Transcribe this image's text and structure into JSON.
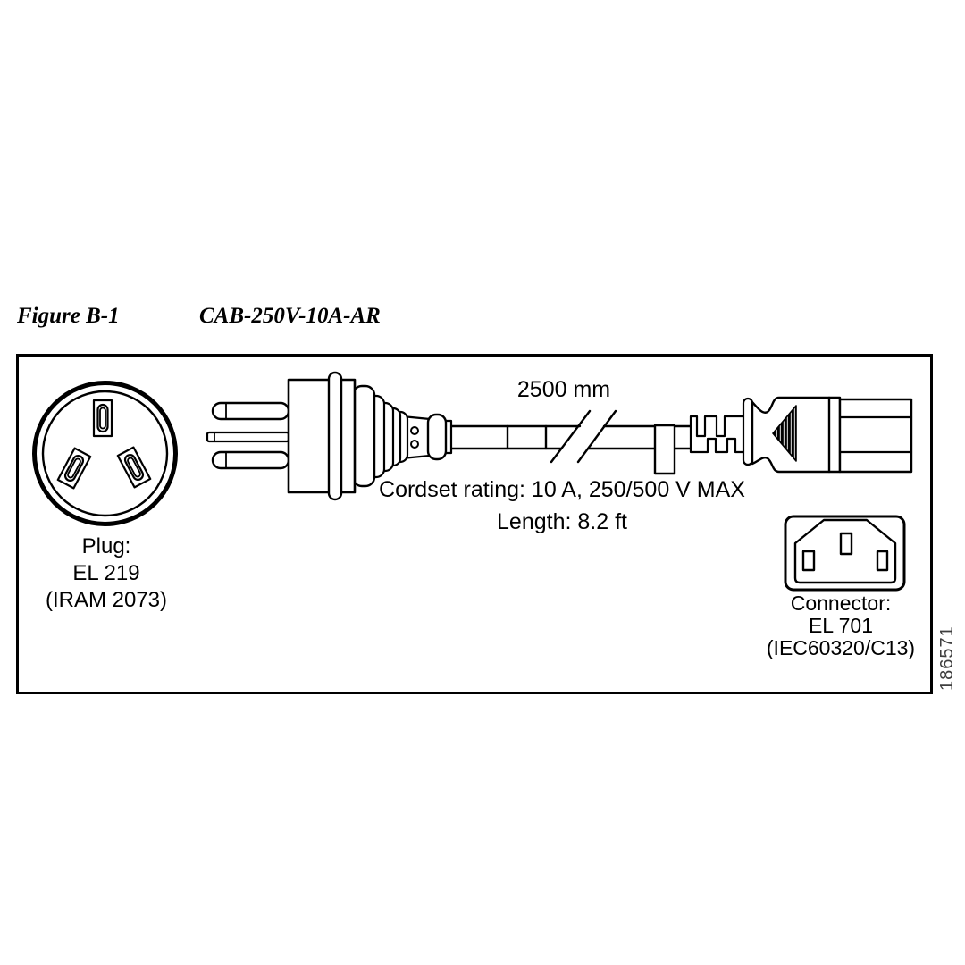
{
  "figure": {
    "label": "Figure B-1",
    "title": "CAB-250V-10A-AR",
    "image_number": "186571"
  },
  "diagram": {
    "cable_length_label": "2500 mm",
    "cordset_rating_line1": "Cordset rating: 10 A, 250/500 V MAX",
    "cordset_rating_line2": "Length: 8.2 ft",
    "plug_label": {
      "line1": "Plug:",
      "line2": "EL 219",
      "line3": "(IRAM 2073)"
    },
    "connector_label": {
      "line1": "Connector:",
      "line2": "EL 701",
      "line3": "(IEC60320/C13)"
    },
    "colors": {
      "line_art": "#000000",
      "background": "#ffffff",
      "figure_number_text": "#3f3f3f"
    }
  }
}
